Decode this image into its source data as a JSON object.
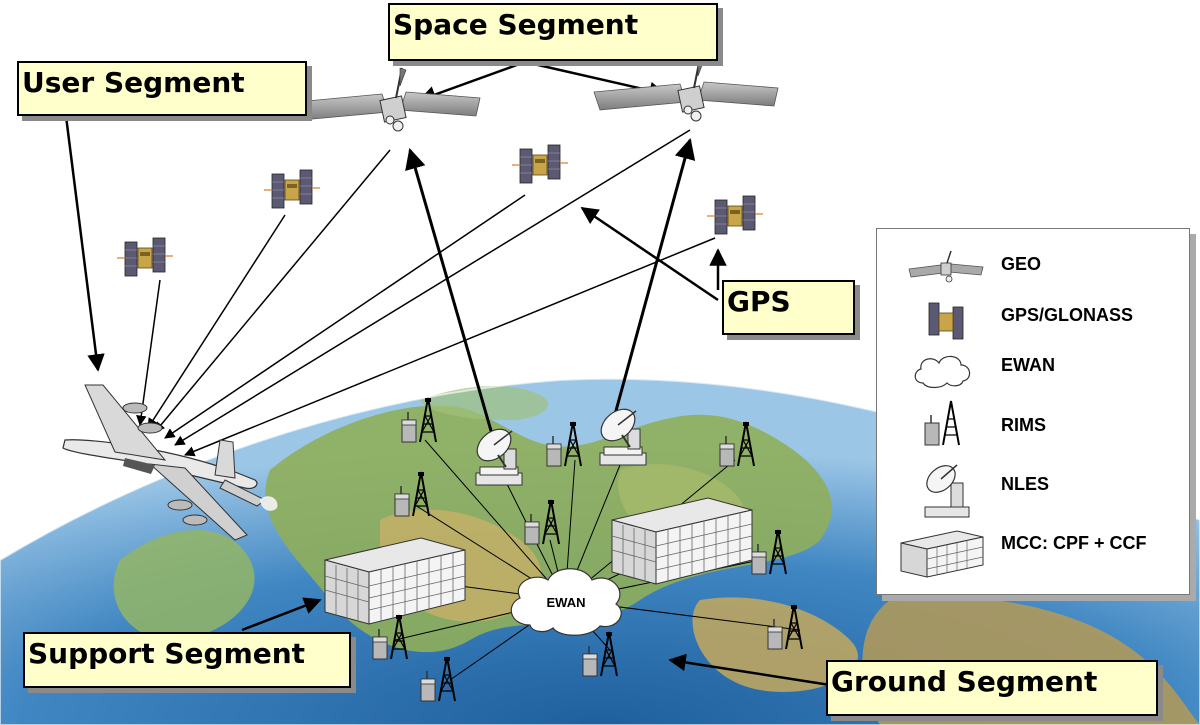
{
  "labels": {
    "space_segment": "Space Segment",
    "user_segment": "User Segment",
    "gps": "GPS",
    "support_segment": "Support Segment",
    "ground_segment": "Ground Segment",
    "ewan_cloud": "EWAN"
  },
  "legend": {
    "items": [
      {
        "icon": "geo-satellite-icon",
        "label": "GEO"
      },
      {
        "icon": "gps-glonass-satellite-icon",
        "label": "GPS/GLONASS"
      },
      {
        "icon": "ewan-cloud-icon",
        "label": "EWAN"
      },
      {
        "icon": "rims-station-icon",
        "label": "RIMS"
      },
      {
        "icon": "nles-dish-icon",
        "label": "NLES"
      },
      {
        "icon": "mcc-building-icon",
        "label": "MCC: CPF + CCF"
      }
    ]
  },
  "colors": {
    "label_fill": "#ffffcc",
    "ocean": "#3a7fb8",
    "land": "#8fae5a",
    "line": "#000000"
  }
}
